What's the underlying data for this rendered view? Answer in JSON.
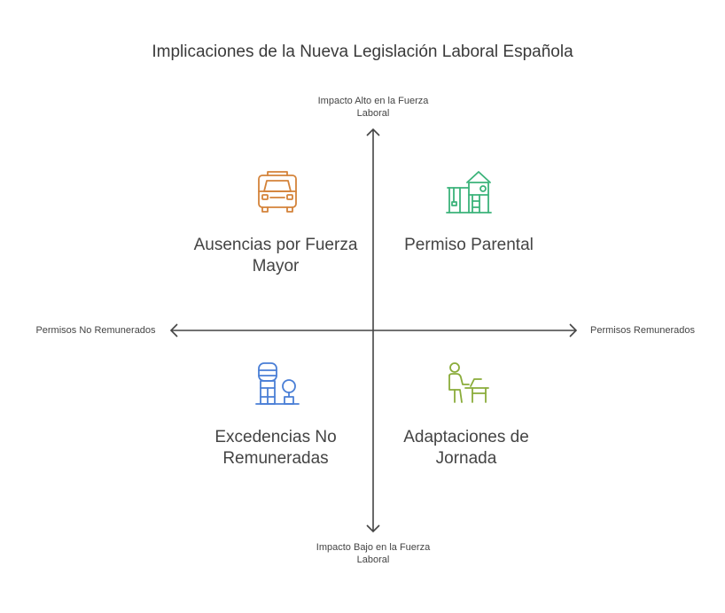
{
  "title": "Implicaciones de la Nueva Legislación Laboral Española",
  "axes": {
    "top": "Impacto Alto en la Fuerza Laboral",
    "bottom": "Impacto Bajo en la Fuerza Laboral",
    "left": "Permisos No Remunerados",
    "right": "Permisos Remunerados"
  },
  "quadrants": {
    "top_left": {
      "label": "Ausencias por Fuerza Mayor",
      "icon": "van-icon",
      "color": "#d4833a"
    },
    "top_right": {
      "label": "Permiso Parental",
      "icon": "playhouse-icon",
      "color": "#3bb37a"
    },
    "bottom_left": {
      "label": "Excedencias No Remuneradas",
      "icon": "water-cooler-icon",
      "color": "#4a7fd6"
    },
    "bottom_right": {
      "label": "Adaptaciones de Jornada",
      "icon": "person-at-desk-icon",
      "color": "#8aac3a"
    }
  },
  "colors": {
    "axis": "#444444"
  }
}
